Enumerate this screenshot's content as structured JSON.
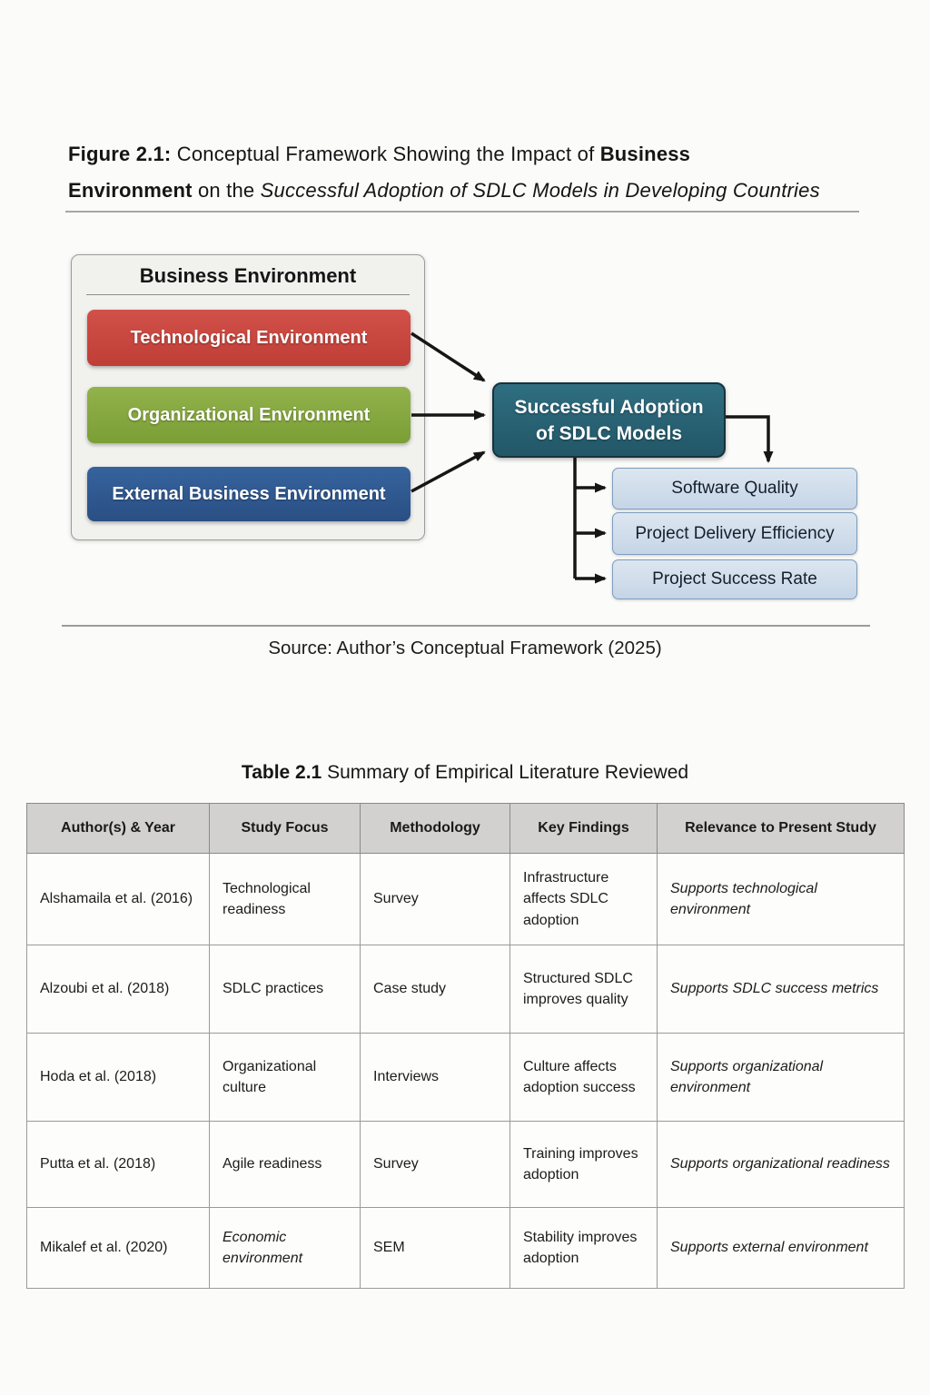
{
  "figure": {
    "caption_line1": {
      "bold_prefix": "Figure 2.1:",
      "text": "Conceptual Framework Showing the Impact of",
      "bold_suffix": "Business"
    },
    "caption_line2": {
      "bold_prefix": "Environment",
      "text": "on the",
      "italic_suffix": "Successful Adoption of SDLC Models in Developing Countries"
    },
    "source": "Source: Author’s Conceptual Framework (2025)"
  },
  "diagram": {
    "group_title": "Business Environment",
    "inputs": [
      {
        "label": "Technological Environment",
        "color": "#c6463e"
      },
      {
        "label": "Organizational Environment",
        "color": "#84a73c"
      },
      {
        "label": "External Business Environment",
        "color": "#2f5a94"
      }
    ],
    "central": {
      "line1": "Successful Adoption",
      "line2": "of SDLC Models",
      "color": "#28616f"
    },
    "outcomes": [
      {
        "label": "Software Quality"
      },
      {
        "label": "Project Delivery Efficiency"
      },
      {
        "label": "Project Success Rate"
      }
    ],
    "outcome_fill": "#cfdce9",
    "outcome_border": "#7d9dbd",
    "arrow_color": "#161616"
  },
  "table": {
    "title_bold": "Table 2.1",
    "title_text": "Summary of Empirical Literature Reviewed",
    "headers": [
      "Author(s) & Year",
      "Study Focus",
      "Methodology",
      "Key Findings",
      "Relevance to Present Study"
    ],
    "rows": [
      {
        "author": "Alshamaila et al. (2016)",
        "focus": "Technological readiness",
        "methodology": "Survey",
        "findings": "Infrastructure affects SDLC adoption",
        "relevance": "Supports technological environment"
      },
      {
        "author": "Alzoubi et al. (2018)",
        "focus": "SDLC practices",
        "methodology": "Case study",
        "findings": "Structured SDLC improves quality",
        "relevance": "Supports SDLC success metrics"
      },
      {
        "author": "Hoda et al. (2018)",
        "focus": "Organizational culture",
        "methodology": "Interviews",
        "findings": "Culture affects adoption success",
        "relevance": "Supports organizational environment"
      },
      {
        "author": "Putta et al. (2018)",
        "focus": "Agile readiness",
        "methodology": "Survey",
        "findings": "Training improves adoption",
        "relevance": "Supports organizational readiness"
      },
      {
        "author": "Mikalef et al. (2020)",
        "focus": "Economic environment",
        "methodology": "SEM",
        "findings": "Stability improves adoption",
        "relevance": "Supports external environment"
      }
    ]
  }
}
